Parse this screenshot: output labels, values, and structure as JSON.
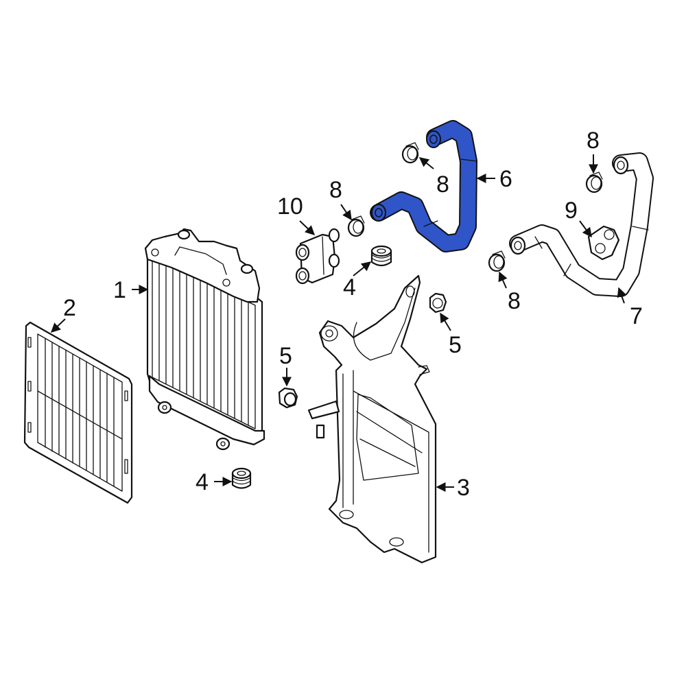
{
  "diagram": {
    "title": "Intercooler / auxiliary radiator assembly exploded parts diagram",
    "highlight_color": "#2f55c8",
    "line_color": "#111111",
    "background": "#ffffff"
  },
  "callouts": [
    {
      "id": "c1",
      "label": "1",
      "part": "auxiliary-radiator"
    },
    {
      "id": "c2",
      "label": "2",
      "part": "radiator-screen"
    },
    {
      "id": "c3",
      "label": "3",
      "part": "mounting-bracket"
    },
    {
      "id": "c4a",
      "label": "4",
      "part": "grommet-upper"
    },
    {
      "id": "c4b",
      "label": "4",
      "part": "grommet-lower"
    },
    {
      "id": "c5a",
      "label": "5",
      "part": "nut-left"
    },
    {
      "id": "c5b",
      "label": "5",
      "part": "nut-right"
    },
    {
      "id": "c6",
      "label": "6",
      "part": "coolant-hose-highlighted"
    },
    {
      "id": "c7",
      "label": "7",
      "part": "coolant-hose"
    },
    {
      "id": "c8a",
      "label": "8",
      "part": "hose-clamp-upper-left"
    },
    {
      "id": "c8b",
      "label": "8",
      "part": "hose-clamp-center"
    },
    {
      "id": "c8c",
      "label": "8",
      "part": "hose-clamp-upper-right"
    },
    {
      "id": "c8d",
      "label": "8",
      "part": "hose-clamp-lower-right"
    },
    {
      "id": "c9",
      "label": "9",
      "part": "hose-bracket-clip"
    },
    {
      "id": "c10",
      "label": "10",
      "part": "connector-fitting"
    }
  ],
  "labels": {
    "c1": "1",
    "c2": "2",
    "c3": "3",
    "c4a": "4",
    "c4b": "4",
    "c5a": "5",
    "c5b": "5",
    "c6": "6",
    "c7": "7",
    "c8a": "8",
    "c8b": "8",
    "c8c": "8",
    "c8d": "8",
    "c9": "9",
    "c10": "10"
  }
}
